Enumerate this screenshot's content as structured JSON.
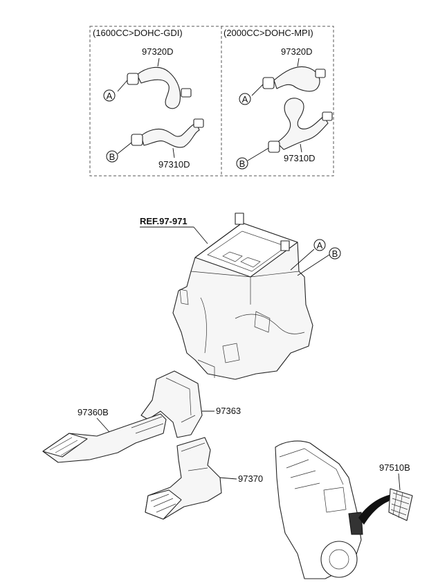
{
  "panels": [
    {
      "title": "(1600CC>DOHC-GDI)",
      "upper_hose": "97320D",
      "lower_hose": "97310D",
      "marker_a": "A",
      "marker_b": "B"
    },
    {
      "title": "(2000CC>DOHC-MPI)",
      "upper_hose": "97320D",
      "lower_hose": "97310D",
      "marker_a": "A",
      "marker_b": "B"
    }
  ],
  "heater_unit": {
    "ref": "REF.97-971",
    "marker_a": "A",
    "marker_b": "B"
  },
  "parts": {
    "rear_duct_left": "97360B",
    "connector_duct": "97363",
    "rear_duct_right": "97370",
    "vent_grille": "97510B"
  }
}
